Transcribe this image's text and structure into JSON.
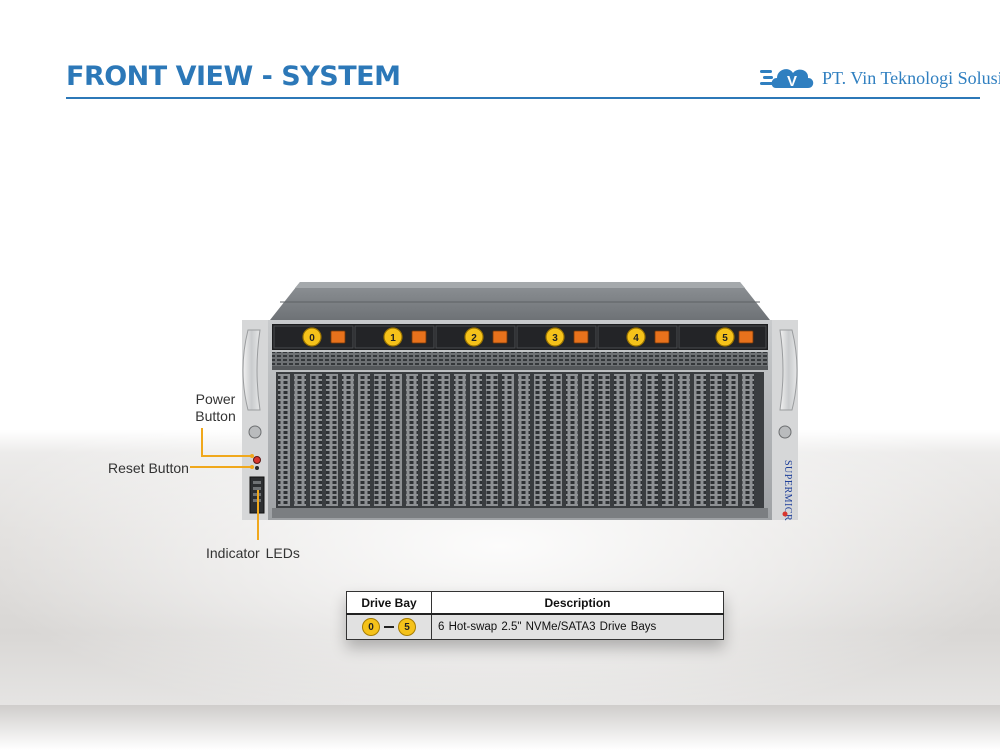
{
  "header": {
    "title": "FRONT VIEW - SYSTEM",
    "brand_name": "PT. Vin Teknologi Solusi",
    "brand_logo_letter": "V"
  },
  "server": {
    "bay_numbers": [
      "0",
      "1",
      "2",
      "3",
      "4",
      "5"
    ],
    "vendor_mark": "SUPERMICR"
  },
  "callouts": {
    "power_button_line1": "Power",
    "power_button_line2": "Button",
    "reset_button": "Reset Button",
    "indicator_leds": "Indicator LEDs"
  },
  "table": {
    "headers": [
      "Drive Bay",
      "Description"
    ],
    "rows": [
      {
        "bay_start": "0",
        "bay_end": "5",
        "description": "6 Hot-swap 2.5\" NVMe/SATA3 Drive Bays"
      }
    ]
  },
  "colors": {
    "title_blue": "#2c78b8",
    "badge_yellow": "#f5c21a",
    "callout_orange": "#f0a81c",
    "drive_latch_orange": "#e8721c"
  }
}
